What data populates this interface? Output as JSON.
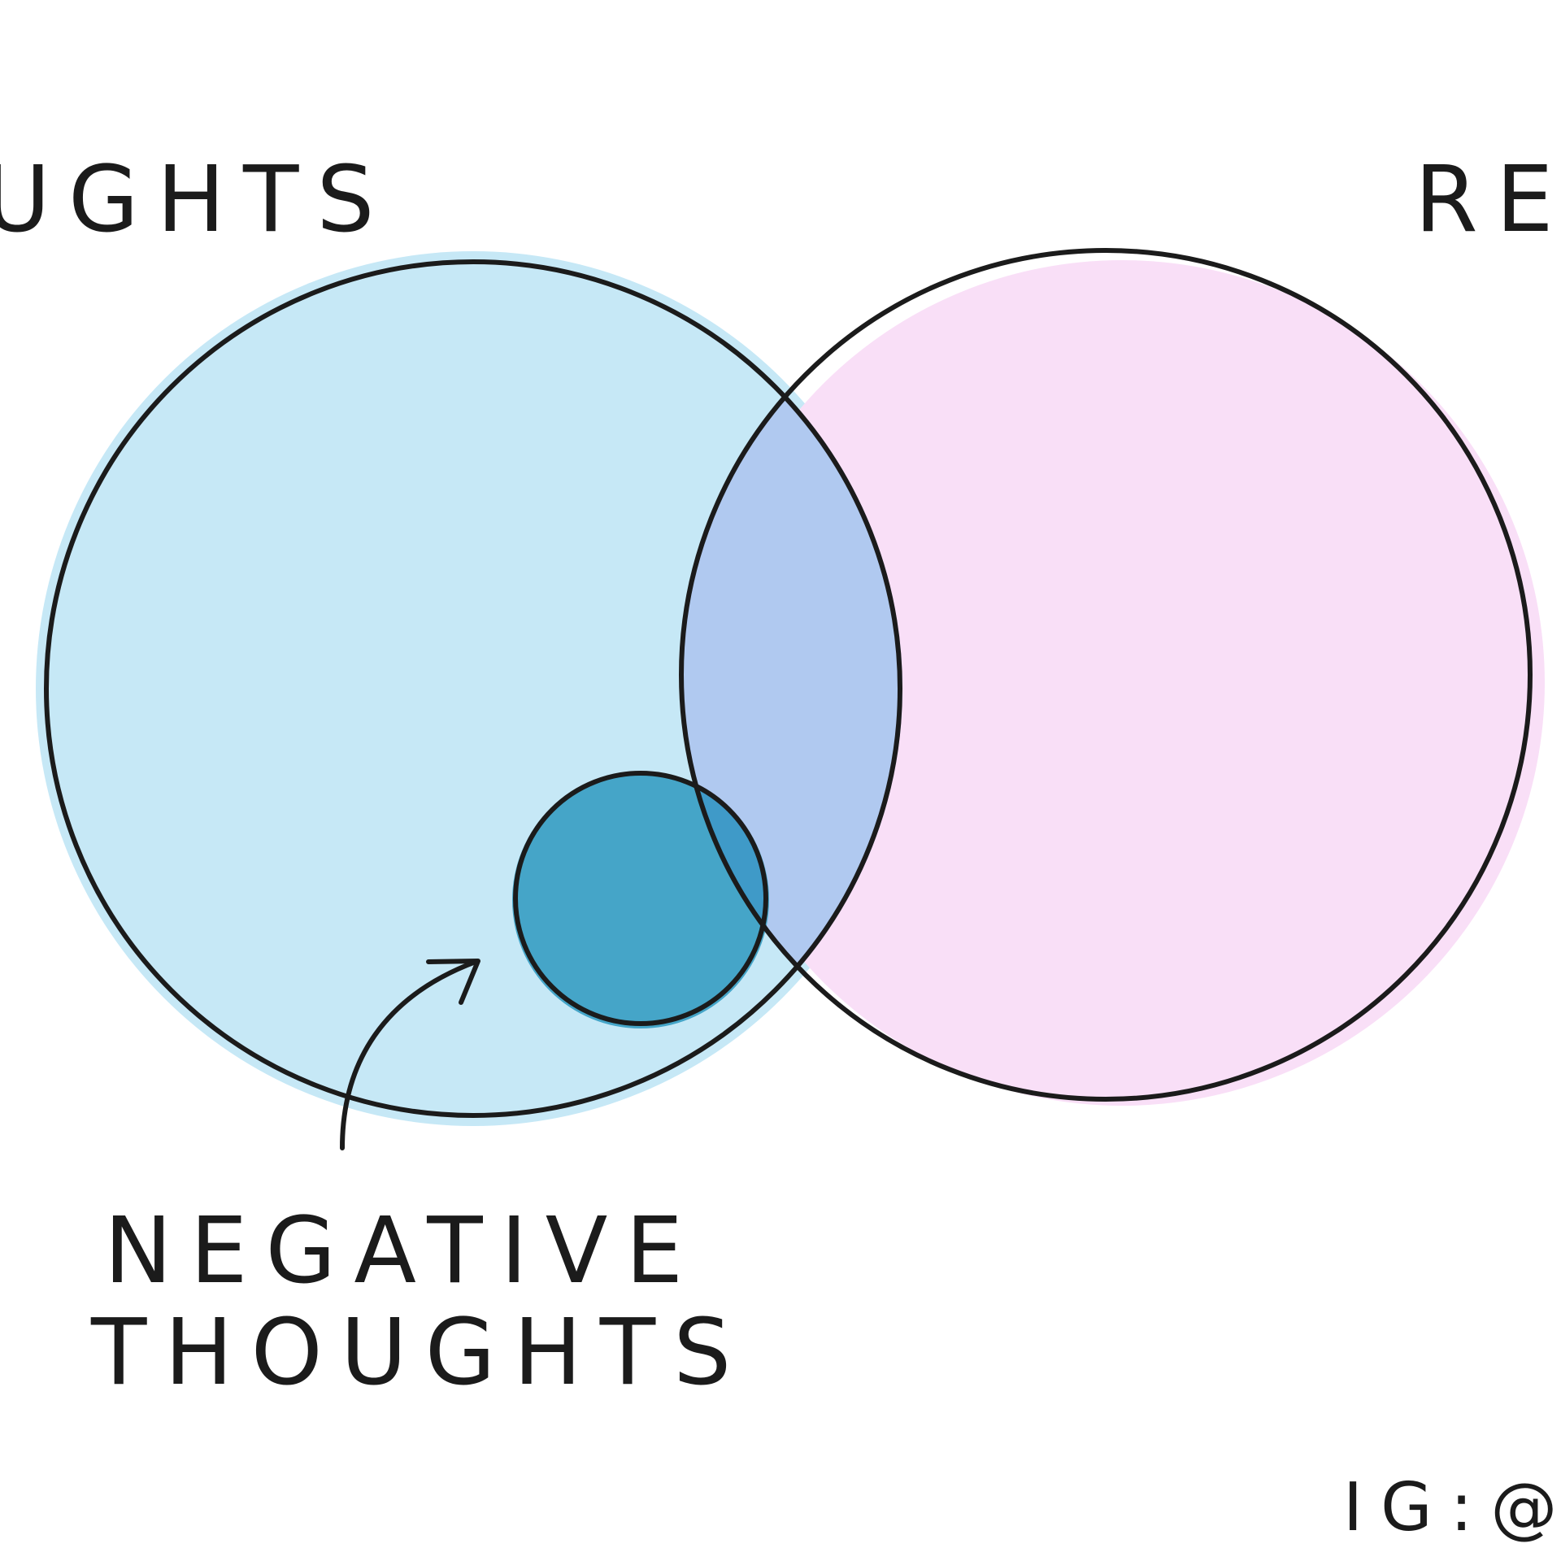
{
  "diagram": {
    "left_set_label": "UGHTS",
    "right_set_label": "REA",
    "annotation_line1": "NEGATIVE",
    "annotation_line2": "THOUGHTS",
    "credit": "IG:@L",
    "colors": {
      "left_circle": "#c6e8f6",
      "right_circle": "#f9dff7",
      "overlap": "#b0c9f0",
      "small_circle": "#45a5c8",
      "outline": "#1b1b1b"
    }
  }
}
